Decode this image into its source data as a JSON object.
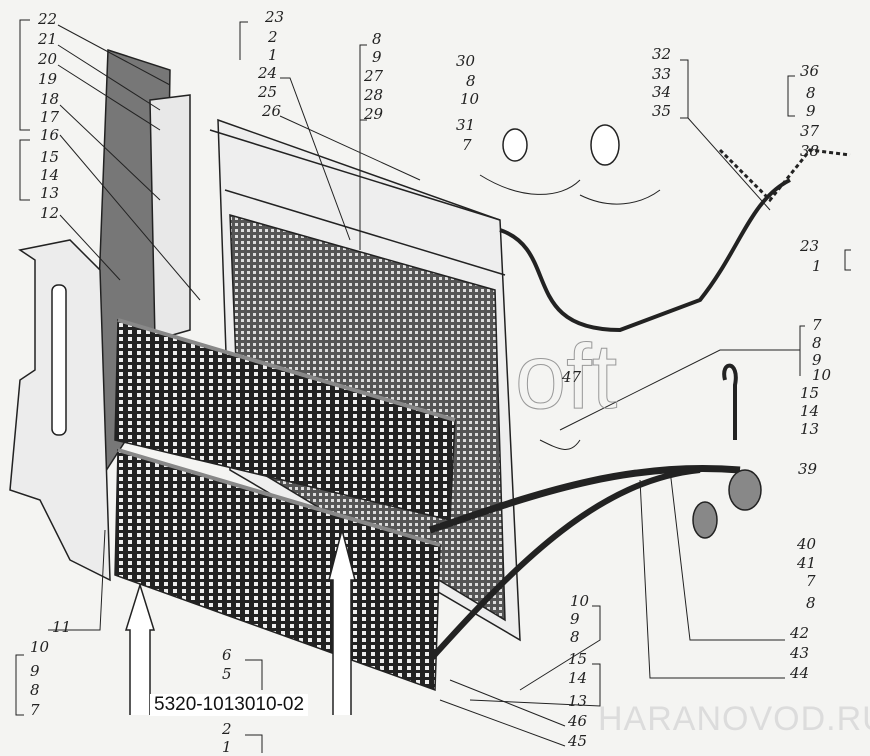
{
  "part_number": "5320-1013010-02",
  "watermark": "HARANOVOD.RU",
  "watermark_partial": "oft",
  "callouts": [
    "22",
    "21",
    "20",
    "19",
    "18",
    "17",
    "16",
    "15",
    "14",
    "13",
    "12",
    "11",
    "10",
    "9",
    "8",
    "7",
    "23",
    "2",
    "1",
    "24",
    "25",
    "26",
    "8",
    "9",
    "27",
    "28",
    "29",
    "30",
    "8",
    "10",
    "31",
    "7",
    "32",
    "33",
    "34",
    "35",
    "36",
    "8",
    "9",
    "37",
    "38",
    "23",
    "1",
    "7",
    "8",
    "9",
    "10",
    "15",
    "14",
    "13",
    "39",
    "40",
    "41",
    "7",
    "8",
    "42",
    "43",
    "44",
    "10",
    "9",
    "8",
    "15",
    "14",
    "13",
    "46",
    "45",
    "6",
    "5",
    "2",
    "1",
    "47"
  ]
}
